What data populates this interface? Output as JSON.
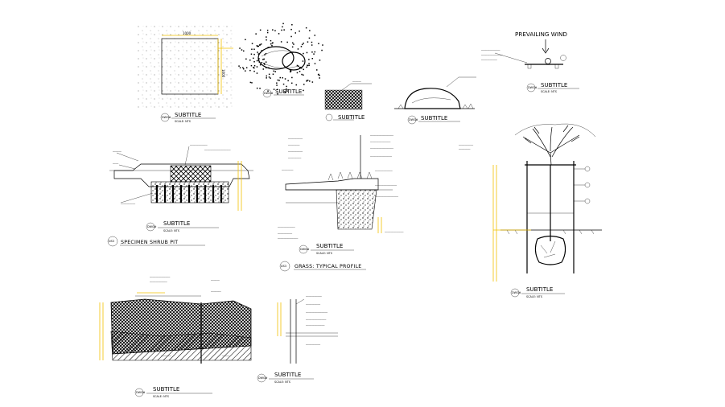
{
  "labels": {
    "subtitle": "SUBTITLE",
    "scale": "SCALE: NTS",
    "dwg": "DWG#",
    "detail_no": "DS3",
    "prevailing_wind": "PREVAILING WIND",
    "specimen_shrub_pit": "SPECIMEN SHRUB PIT",
    "grass_typical_profile": "GRASS: TYPICAL PROFILE",
    "dim_top": "1000",
    "dim_side": "1000"
  },
  "colors": {
    "line": "#000000",
    "dimension": "#f2c200",
    "background": "#ffffff",
    "hatch": "#222222"
  },
  "icons": [
    "wind-arrow-icon",
    "tree-icon",
    "boulder-icon",
    "shrub-icon"
  ]
}
